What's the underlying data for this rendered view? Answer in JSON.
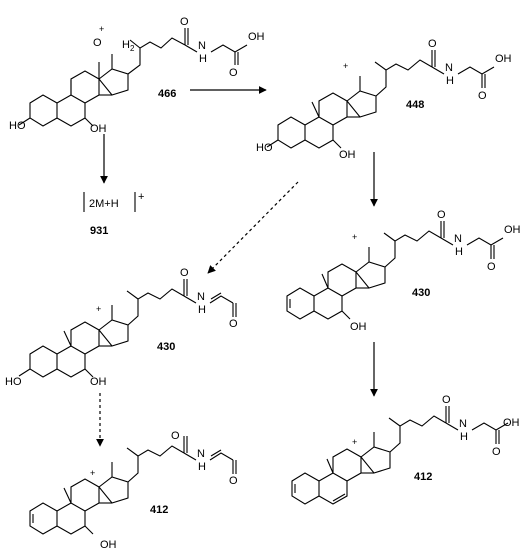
{
  "labels": {
    "oh": "OH",
    "ho": "HO",
    "o": "O",
    "n": "N",
    "h": "H",
    "oh2_o": "O",
    "oh2_h": "H",
    "oh2_sub": "2",
    "plus": "+"
  },
  "fragments": [
    {
      "id": "m466",
      "mz": "466"
    },
    {
      "id": "m448",
      "mz": "448"
    },
    {
      "id": "m430a",
      "mz": "430"
    },
    {
      "id": "m430b",
      "mz": "430"
    },
    {
      "id": "m412a",
      "mz": "412"
    },
    {
      "id": "m412b",
      "mz": "412"
    }
  ],
  "dimer": {
    "formula": "2M+H",
    "charge": "+",
    "mz": "931"
  }
}
